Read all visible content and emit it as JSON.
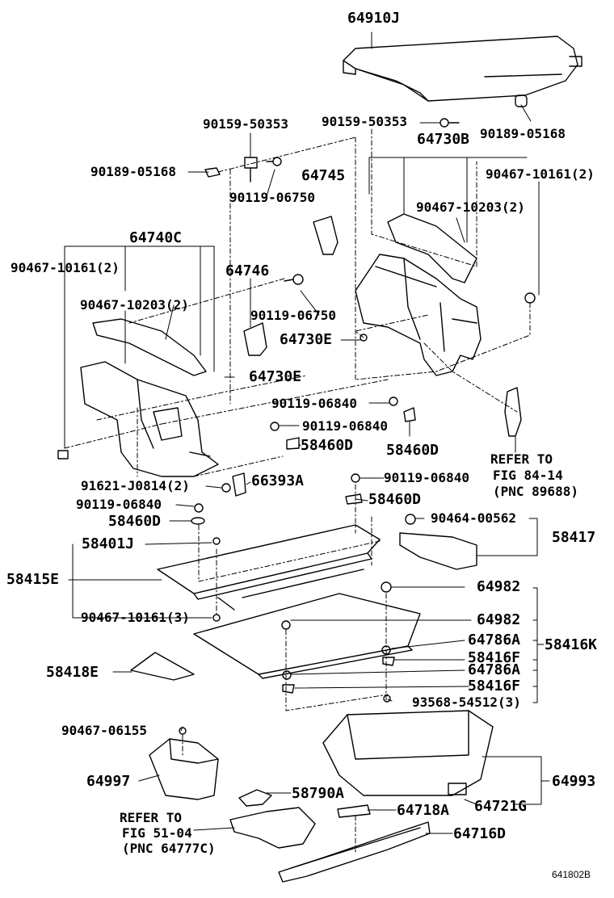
{
  "labels": {
    "p64910J": "64910J",
    "p90159_50353_a": "90159-50353",
    "p90159_50353_b": "90159-50353",
    "p90189_05168_a": "90189-05168",
    "p90189_05168_b": "90189-05168",
    "p64730B": "64730B",
    "p90467_10161_2a": "90467-10161(2)",
    "p64745": "64745",
    "p90119_06750_a": "90119-06750",
    "p90467_10203_2a": "90467-10203(2)",
    "p64740C": "64740C",
    "p90467_10161_2b": "90467-10161(2)",
    "p64746": "64746",
    "p90467_10203_2b": "90467-10203(2)",
    "p90119_06750_b": "90119-06750",
    "p64730E_a": "64730E",
    "p64730E_b": "64730E",
    "p90119_06840_a": "90119-06840",
    "p90119_06840_b": "90119-06840",
    "p58460D_a": "58460D",
    "p58460D_b": "58460D",
    "ref_fig84_1": "REFER TO",
    "ref_fig84_2": "FIG 84-14",
    "ref_fig84_3": "(PNC 89688)",
    "p91621_J0814": "91621-J0814(2)",
    "p66393A": "66393A",
    "p90119_06840_c": "90119-06840",
    "p90119_06840_d": "90119-06840",
    "p58460D_c": "58460D",
    "p58460D_d": "58460D",
    "p90464_00562": "90464-00562",
    "p58401J": "58401J",
    "p58417": "58417",
    "p58415E": "58415E",
    "p64982_a": "64982",
    "p90467_10161_3": "90467-10161(3)",
    "p64982_b": "64982",
    "p64786A_a": "64786A",
    "p58416K": "58416K",
    "p58416F_a": "58416F",
    "p58418E": "58418E",
    "p64786A_b": "64786A",
    "p58416F_b": "58416F",
    "p93568_54512": "93568-54512(3)",
    "p90467_06155": "90467-06155",
    "p64997": "64997",
    "p64993": "64993",
    "p58790A": "58790A",
    "ref_fig51_1": "REFER TO",
    "p64718A": "64718A",
    "p64721G": "64721G",
    "ref_fig51_2": "FIG 51-04",
    "p64716D": "64716D",
    "ref_fig51_3": "(PNC 64777C)",
    "diagram_id": "641802B"
  }
}
